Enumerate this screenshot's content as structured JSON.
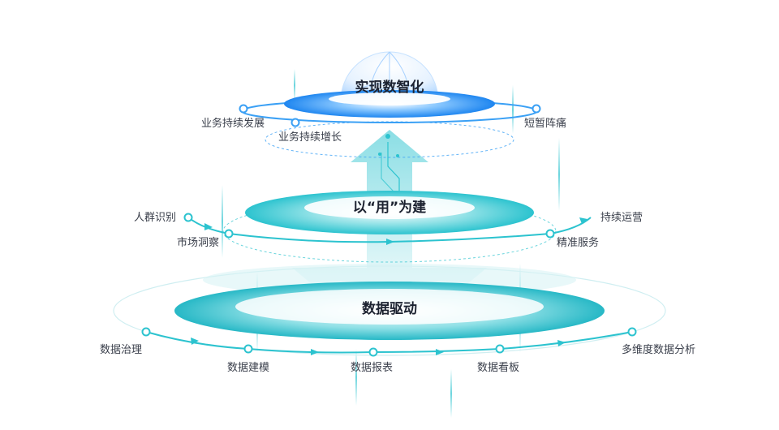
{
  "colors": {
    "top_blue": "#1e86f0",
    "teal": "#2cc3cf",
    "teal_dark": "#1aa9b8",
    "path_blue": "#3aa0f5"
  },
  "top_layer": {
    "title": "实现数智化",
    "nodes": [
      "业务持续发展",
      "业务持续增长",
      "短暂阵痛"
    ]
  },
  "middle_layer": {
    "title": "以“用”为建",
    "nodes": [
      "人群识别",
      "市场洞察",
      "精准服务",
      "持续运营"
    ]
  },
  "bottom_layer": {
    "title": "数据驱动",
    "nodes": [
      "数据治理",
      "数据建模",
      "数据报表",
      "数据看板",
      "多维度数据分析"
    ]
  }
}
